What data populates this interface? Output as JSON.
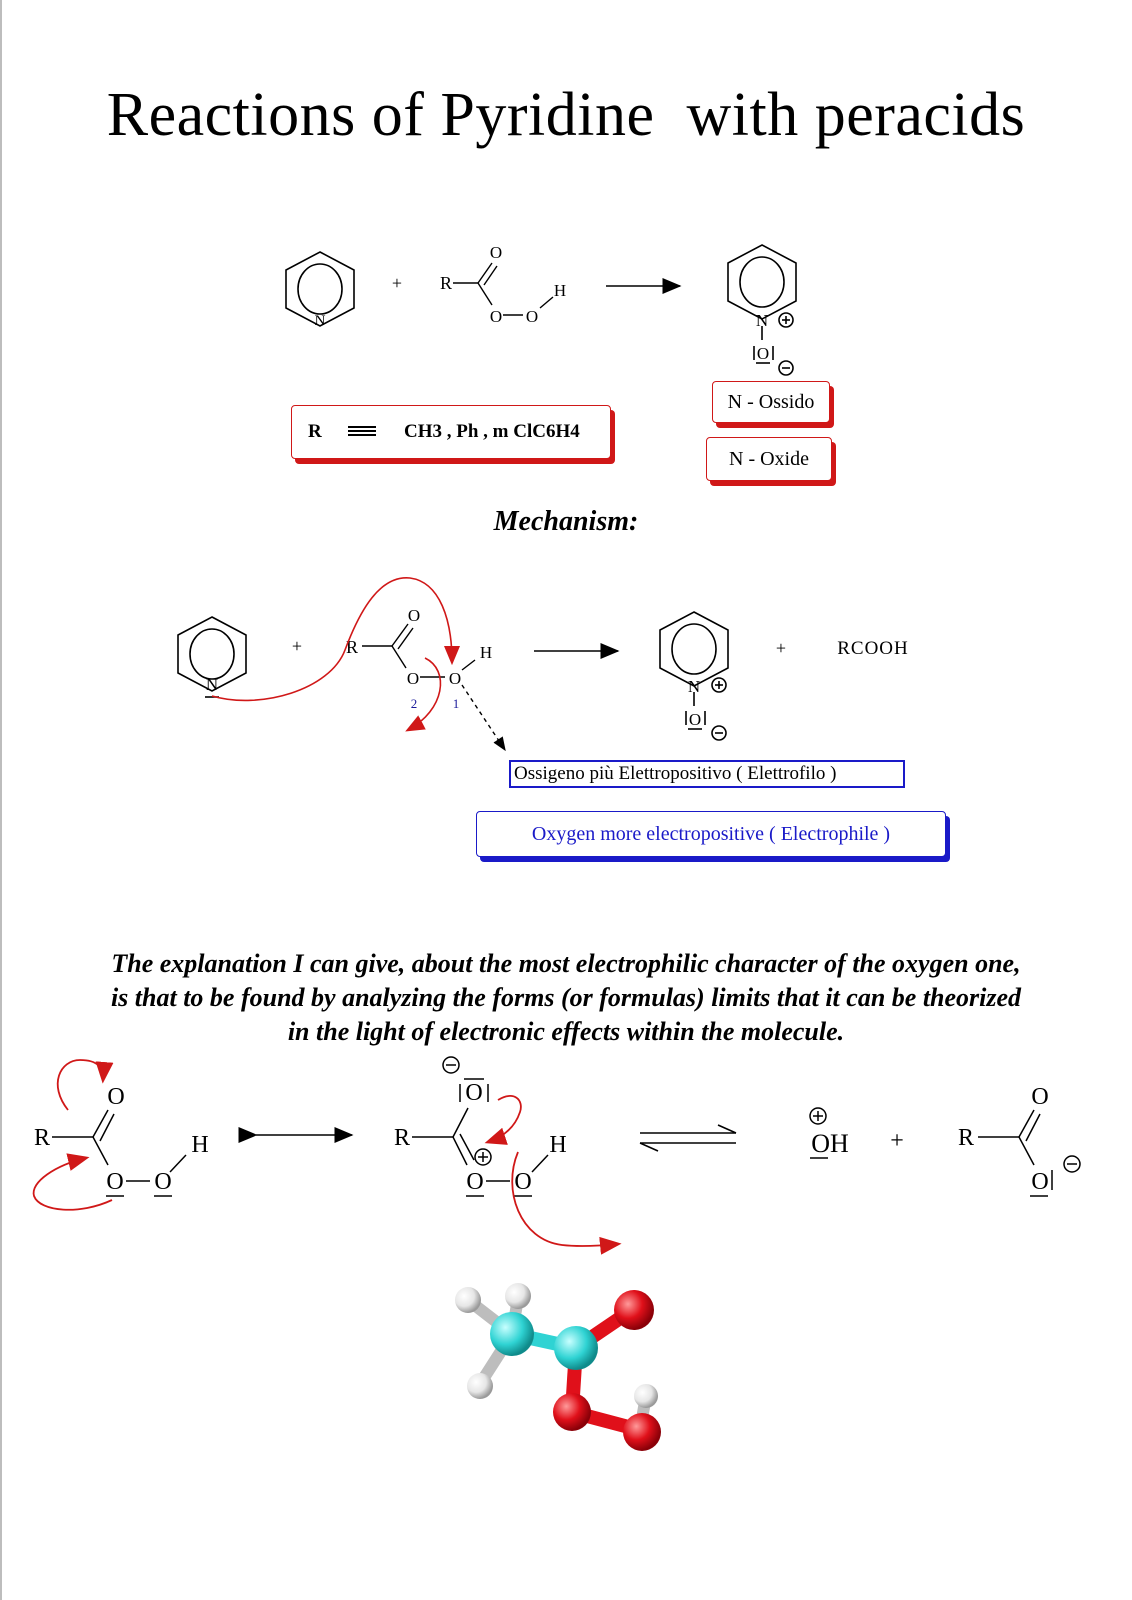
{
  "title": "Reactions of Pyridine  with peracids",
  "reaction1": {
    "plus": "+",
    "atoms": {
      "R": "R",
      "O": "O",
      "H": "H",
      "N": "N"
    },
    "r_definition": {
      "R": "R",
      "values": "CH3 , Ph , m ClC6H4"
    },
    "product_labels": [
      "N - Ossido",
      "N - Oxide"
    ]
  },
  "mechanism": {
    "heading": "Mechanism:",
    "plus": "+",
    "arrow_numbers": [
      "2",
      "1"
    ],
    "byproduct": "RCOOH",
    "label_it": "Ossigeno più Elettropositivo ( Elettrofilo )",
    "label_en": "Oxygen more electropositive ( Electrophile )"
  },
  "explanation": [
    "The explanation I can give, about the most electrophilic character of the oxygen one,",
    "is that to be found by analyzing the forms (or formulas) limits that it can be theorized",
    "in the light of electronic effects within the molecule."
  ],
  "resonance": {
    "plus": "+",
    "hydroxonium": "OH"
  },
  "colors": {
    "arrow_red": "#d01818",
    "box_blue": "#1a1ac8",
    "carbon": "#2fd3d3",
    "oxygen": "#e0101a",
    "hydrogen": "#e8e8e8"
  },
  "icons": [
    "pyridine-ring",
    "curved-arrow",
    "reaction-arrow",
    "equilibrium-arrow",
    "ball-and-stick-model"
  ]
}
